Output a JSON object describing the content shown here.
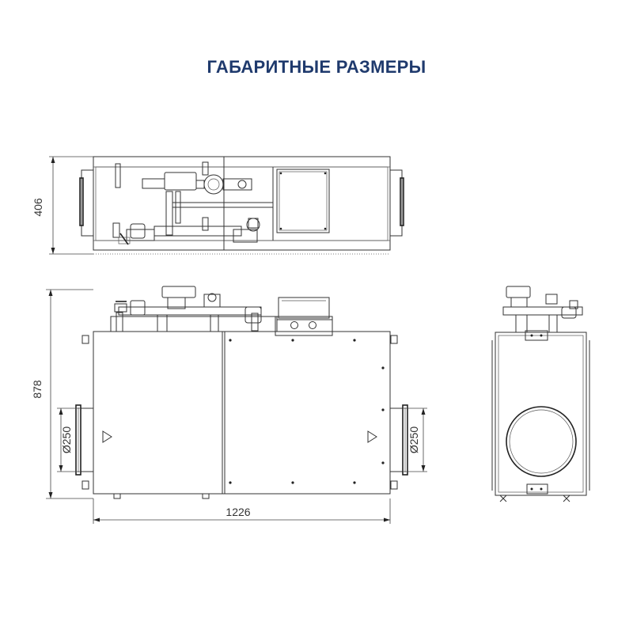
{
  "title": "ГАБАРИТНЫЕ РАЗМЕРЫ",
  "dimensions": {
    "top_view_height": "406",
    "front_view_height": "878",
    "front_view_width": "1226",
    "duct_left_diameter": "Ø250",
    "duct_right_diameter": "Ø250"
  },
  "colors": {
    "title": "#1f3a6d",
    "lines": "#333333"
  }
}
